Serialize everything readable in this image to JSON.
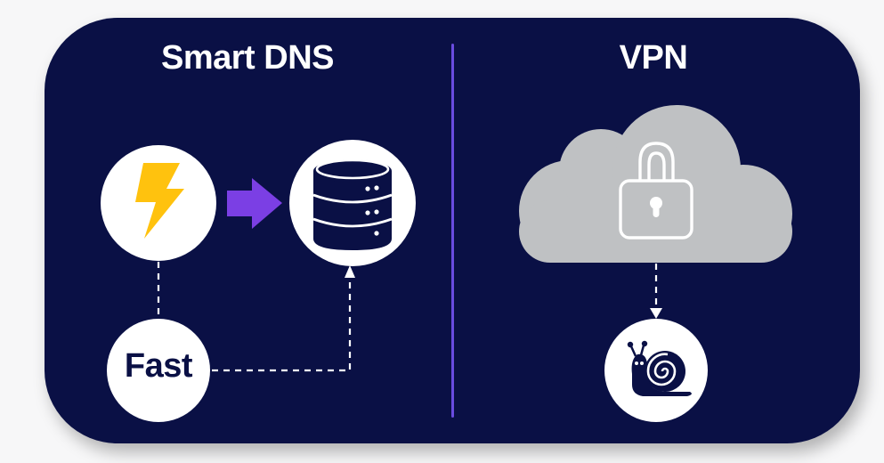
{
  "diagram": {
    "colors": {
      "background": "#f7f7f8",
      "panel": "#0a1045",
      "divider": "#6a4ce0",
      "arrow": "#7b3fe4",
      "bolt": "#ffc20e",
      "cloud": "#bfc1c3",
      "node_fill": "#ffffff",
      "connector": "#ffffff"
    },
    "left_section": {
      "title": "Smart DNS",
      "nodes": [
        {
          "id": "speed",
          "icon": "lightning-bolt-icon"
        },
        {
          "id": "dns-server",
          "icon": "database-server-icon"
        },
        {
          "id": "fast",
          "label": "Fast"
        }
      ],
      "edges": [
        {
          "from": "speed",
          "to": "dns-server",
          "style": "solid-arrow"
        },
        {
          "from": "speed",
          "to": "fast",
          "style": "dashed"
        },
        {
          "from": "fast",
          "to": "dns-server",
          "style": "dashed-arrow"
        }
      ]
    },
    "right_section": {
      "title": "VPN",
      "nodes": [
        {
          "id": "encrypted-cloud",
          "icon": "cloud-lock-icon"
        },
        {
          "id": "slow",
          "icon": "snail-icon"
        }
      ],
      "edges": [
        {
          "from": "encrypted-cloud",
          "to": "slow",
          "style": "dashed-arrow"
        }
      ]
    }
  }
}
